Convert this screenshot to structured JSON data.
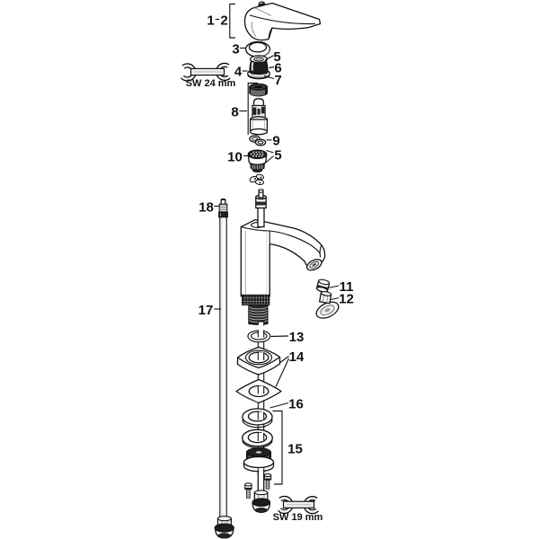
{
  "diagram": {
    "title_hidden": "",
    "callouts": {
      "c1": "1",
      "c2": "2",
      "c3": "3",
      "c4": "4",
      "c5": "5",
      "c6": "6",
      "c7": "7",
      "c8": "8",
      "c9": "9",
      "c10": "10",
      "c11": "11",
      "c12": "12",
      "c13": "13",
      "c14": "14",
      "c15": "15",
      "c16": "16",
      "c17": "17",
      "c18": "18"
    },
    "annotations": {
      "wrench_top": "SW 24 mm",
      "wrench_bottom": "SW 19 mm"
    }
  },
  "colors": {
    "line": "#111111",
    "dark_fill": "#1d1d1d",
    "background": "#ffffff"
  }
}
